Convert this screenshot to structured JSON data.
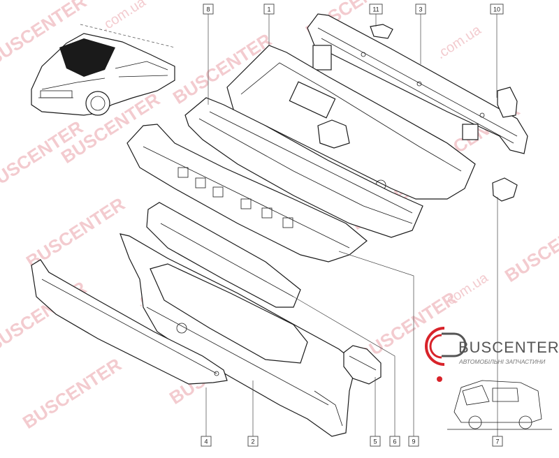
{
  "watermark": {
    "brand": "BUSCENTER",
    "domain": ".com.ua"
  },
  "logo": {
    "name": "BUSCENTER",
    "tagline": "АВТОМОБІЛЬНІ ЗАПЧАСТИНИ",
    "accent_color": "#d8232a",
    "text_color": "#555555"
  },
  "callouts": {
    "c1": "1",
    "c2": "2",
    "c3": "3",
    "c4": "4",
    "c5": "5",
    "c6": "6",
    "c7": "7",
    "c8": "8",
    "c9": "9",
    "c10": "10",
    "c11": "11"
  }
}
